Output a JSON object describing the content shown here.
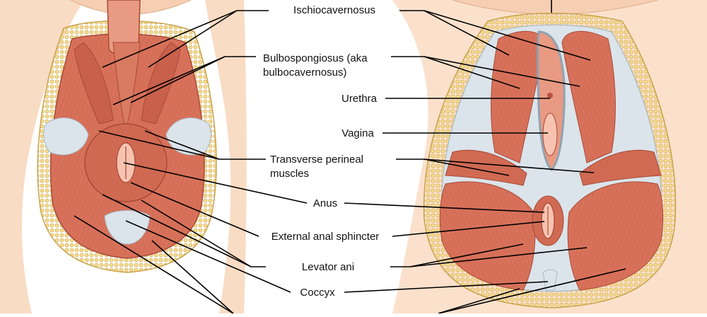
{
  "figure": {
    "labels": {
      "ischiocavernosus": "Ischiocavernosus",
      "bulbospongiosus_line1": "Bulbospongiosus (aka",
      "bulbospongiosus_line2": "bulbocavernosus)",
      "urethra": "Urethra",
      "vagina": "Vagina",
      "transverse_line1": "Transverse perineal",
      "transverse_line2": "muscles",
      "anus": "Anus",
      "external_anal_sphincter": "External anal sphincter",
      "levator_ani": "Levator ani",
      "coccyx": "Coccyx"
    },
    "colors": {
      "skin": "#f9dcc4",
      "fat": "#f1d179",
      "fat_edge": "#c9a34a",
      "muscle": "#d8715a",
      "muscle_dark": "#b9533f",
      "muscle_light": "#e89a82",
      "fascia": "#dbe4ea",
      "fascia_edge": "#a9b8c4",
      "anus": "#f7c3b0",
      "leader": "#000000"
    }
  }
}
